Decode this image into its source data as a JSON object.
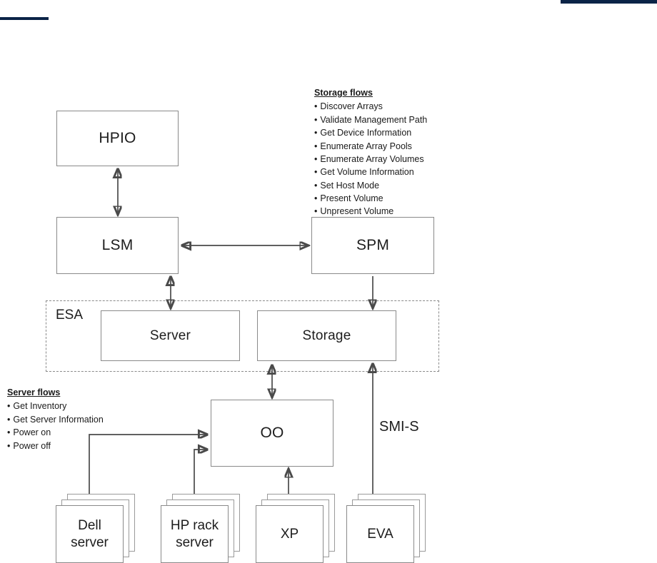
{
  "decor": {
    "accent_color": "#0b2447",
    "rule_left_name": "top-left-rule",
    "rule_right_name": "top-right-rule"
  },
  "nodes": {
    "hpio": "HPIO",
    "lsm": "LSM",
    "spm": "SPM",
    "esa": "ESA",
    "server": "Server",
    "storage": "Storage",
    "oo": "OO"
  },
  "devices": [
    {
      "label": "Dell\nserver",
      "line1": "Dell",
      "line2": "server"
    },
    {
      "label": "HP rack\nserver",
      "line1": "HP rack",
      "line2": "server"
    },
    {
      "label": "XP",
      "line1": "XP",
      "line2": ""
    },
    {
      "label": "EVA",
      "line1": "EVA",
      "line2": ""
    }
  ],
  "edge_labels": {
    "smis": "SMI-S"
  },
  "storage_flows": {
    "title": "Storage flows",
    "items": [
      "Discover Arrays",
      "Validate Management Path",
      "Get Device Information",
      "Enumerate Array Pools",
      "Enumerate Array Volumes",
      "Get Volume Information",
      "Set Host Mode",
      "Present Volume",
      "Unpresent Volume"
    ]
  },
  "server_flows": {
    "title": "Server flows",
    "items": [
      "Get Inventory",
      "Get Server Information",
      "Power on",
      "Power off"
    ]
  }
}
